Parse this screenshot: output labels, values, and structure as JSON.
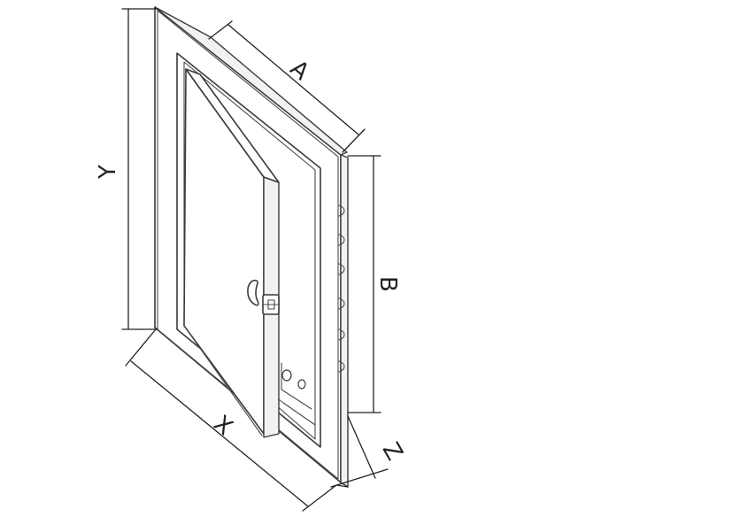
{
  "diagram": {
    "labels": {
      "a": "A",
      "b": "B",
      "x": "X",
      "y": "Y",
      "z": "Z"
    },
    "colors": {
      "line": "#3a3a3a",
      "dimension": "#222222",
      "background": "#ffffff"
    }
  }
}
